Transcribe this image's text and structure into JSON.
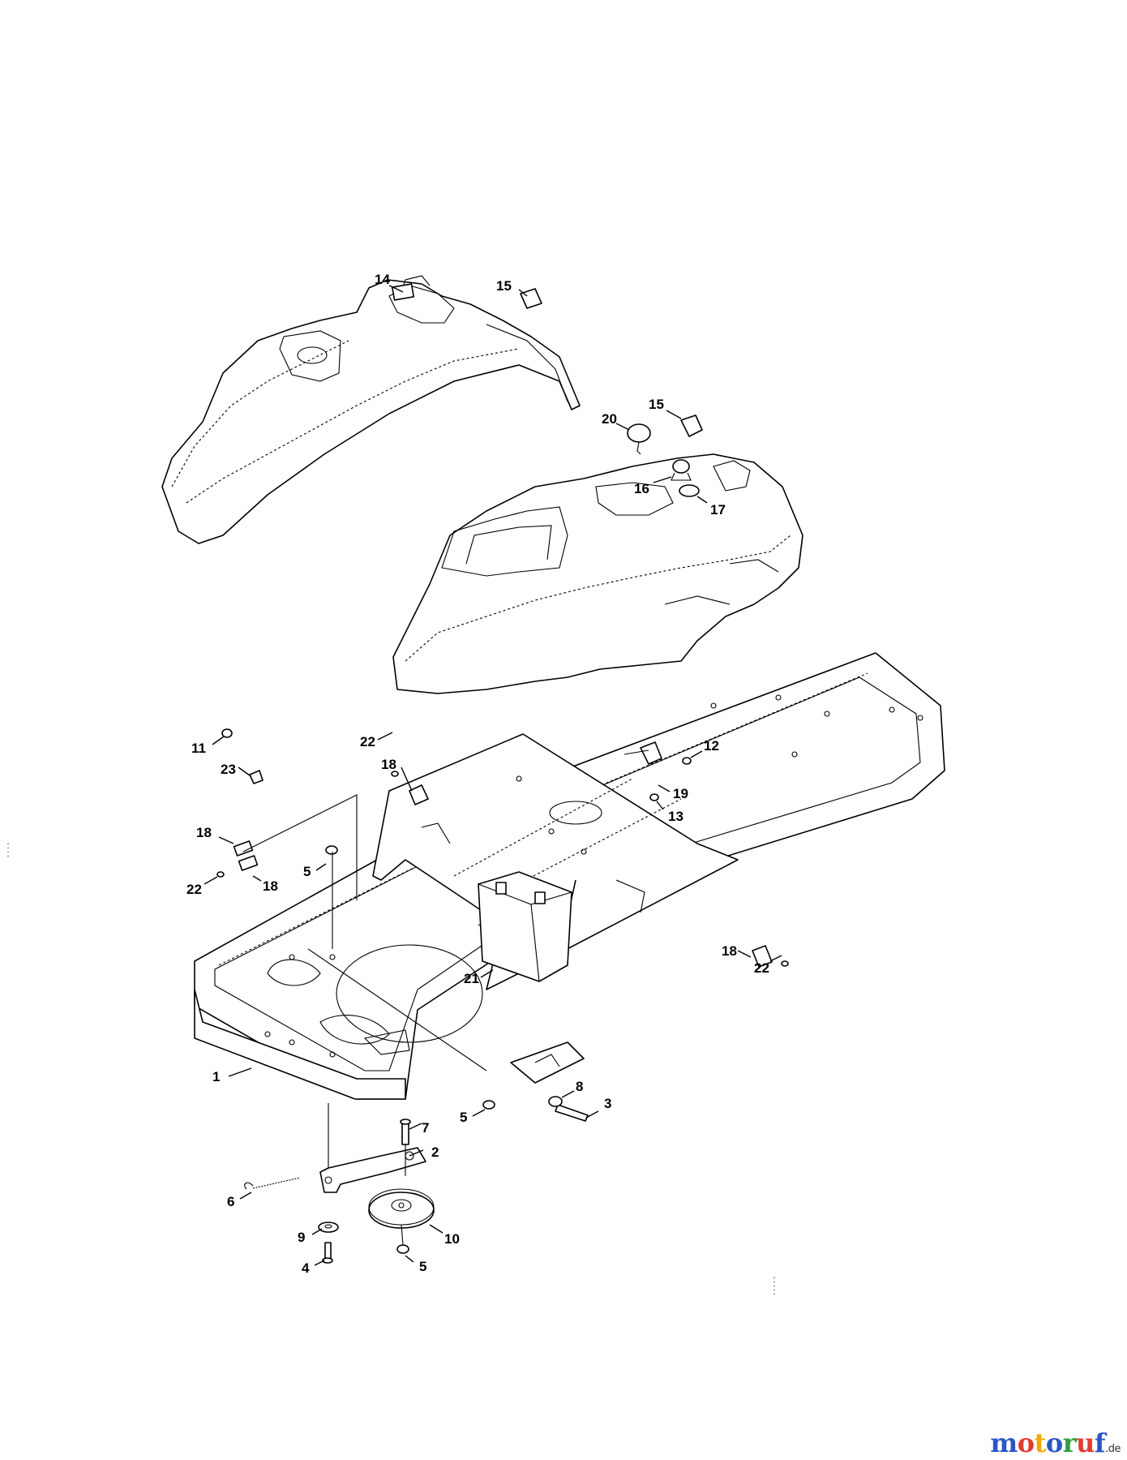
{
  "callouts": [
    {
      "id": "c1",
      "label": "1"
    },
    {
      "id": "c2",
      "label": "2"
    },
    {
      "id": "c3",
      "label": "3"
    },
    {
      "id": "c4",
      "label": "4"
    },
    {
      "id": "c5a",
      "label": "5"
    },
    {
      "id": "c5b",
      "label": "5"
    },
    {
      "id": "c5c",
      "label": "5"
    },
    {
      "id": "c6",
      "label": "6"
    },
    {
      "id": "c7",
      "label": "7"
    },
    {
      "id": "c8",
      "label": "8"
    },
    {
      "id": "c9",
      "label": "9"
    },
    {
      "id": "c10",
      "label": "10"
    },
    {
      "id": "c11",
      "label": "11"
    },
    {
      "id": "c12",
      "label": "12"
    },
    {
      "id": "c13",
      "label": "13"
    },
    {
      "id": "c14",
      "label": "14"
    },
    {
      "id": "c15a",
      "label": "15"
    },
    {
      "id": "c15b",
      "label": "15"
    },
    {
      "id": "c16",
      "label": "16"
    },
    {
      "id": "c17",
      "label": "17"
    },
    {
      "id": "c18a",
      "label": "18"
    },
    {
      "id": "c18b",
      "label": "18"
    },
    {
      "id": "c18c",
      "label": "18"
    },
    {
      "id": "c18d",
      "label": "18"
    },
    {
      "id": "c19",
      "label": "19"
    },
    {
      "id": "c20",
      "label": "20"
    },
    {
      "id": "c21",
      "label": "21"
    },
    {
      "id": "c22a",
      "label": "22"
    },
    {
      "id": "c22b",
      "label": "22"
    },
    {
      "id": "c22c",
      "label": "22"
    },
    {
      "id": "c23",
      "label": "23"
    }
  ],
  "watermark": {
    "letters": [
      "m",
      "o",
      "t",
      "o",
      "r",
      "u",
      "f"
    ],
    "colors": [
      "#2a56c6",
      "#e23b2e",
      "#f2a900",
      "#2a56c6",
      "#2f9e44",
      "#e23b2e",
      "#2a56c6"
    ],
    "tld": ".de"
  }
}
